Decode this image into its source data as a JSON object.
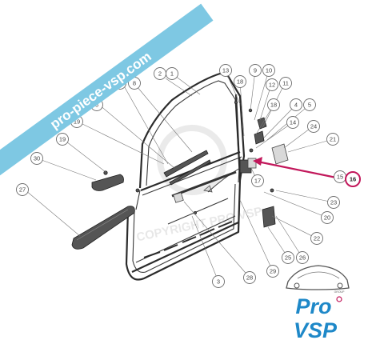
{
  "watermark": {
    "banner_text": "pro-piece-vsp.com",
    "banner_color": "#7ec8e3",
    "copyright_text": "COPYRIGHT PRO VSP"
  },
  "callouts": [
    {
      "id": "1",
      "label": "1"
    },
    {
      "id": "2",
      "label": "2"
    },
    {
      "id": "3",
      "label": "3"
    },
    {
      "id": "4",
      "label": "4"
    },
    {
      "id": "5",
      "label": "5"
    },
    {
      "id": "6",
      "label": "6"
    },
    {
      "id": "7",
      "label": "7"
    },
    {
      "id": "8",
      "label": "8"
    },
    {
      "id": "9",
      "label": "9"
    },
    {
      "id": "10",
      "label": "10"
    },
    {
      "id": "11",
      "label": "11"
    },
    {
      "id": "12",
      "label": "12"
    },
    {
      "id": "13",
      "label": "13"
    },
    {
      "id": "14",
      "label": "14"
    },
    {
      "id": "15",
      "label": "15"
    },
    {
      "id": "16",
      "label": "16"
    },
    {
      "id": "17",
      "label": "17"
    },
    {
      "id": "18a",
      "label": "18"
    },
    {
      "id": "18b",
      "label": "18"
    },
    {
      "id": "19a",
      "label": "19"
    },
    {
      "id": "19b",
      "label": "19"
    },
    {
      "id": "20",
      "label": "20"
    },
    {
      "id": "21",
      "label": "21"
    },
    {
      "id": "22",
      "label": "22"
    },
    {
      "id": "23",
      "label": "23"
    },
    {
      "id": "24",
      "label": "24"
    },
    {
      "id": "25",
      "label": "25"
    },
    {
      "id": "26",
      "label": "26"
    },
    {
      "id": "27",
      "label": "27"
    },
    {
      "id": "28",
      "label": "28"
    },
    {
      "id": "29",
      "label": "29"
    },
    {
      "id": "30",
      "label": "30"
    }
  ],
  "highlighted_part": "16",
  "highlight_color": "#c2185b",
  "logo": {
    "brand_line1": "Pro",
    "brand_line2": "VSP",
    "group_tag": "GROUP",
    "brand_color": "#1e88c8"
  }
}
